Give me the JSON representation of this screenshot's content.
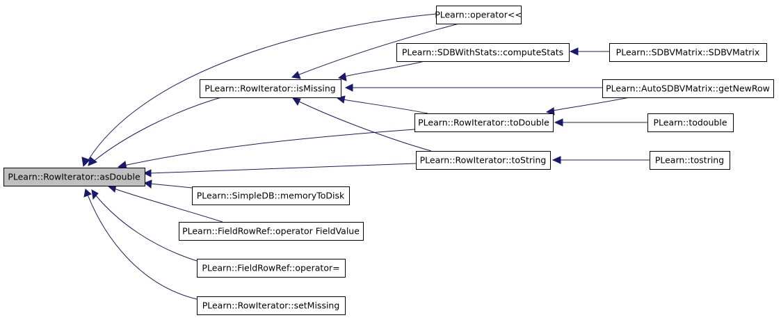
{
  "diagram": {
    "type": "call-graph",
    "colors": {
      "edge": "#191970",
      "root_fill": "#bfbfbf",
      "node_fill": "#ffffff",
      "node_border": "#000000"
    },
    "nodes": [
      {
        "id": "asDouble",
        "label": "PLearn::RowIterator::asDouble",
        "root": true
      },
      {
        "id": "operatorShl",
        "label": "PLearn::operator<<"
      },
      {
        "id": "isMissing",
        "label": "PLearn::RowIterator::isMissing"
      },
      {
        "id": "computeStats",
        "label": "PLearn::SDBWithStats::computeStats"
      },
      {
        "id": "sdbvMatrix",
        "label": "PLearn::SDBVMatrix::SDBVMatrix"
      },
      {
        "id": "getNewRow",
        "label": "PLearn::AutoSDBVMatrix::getNewRow"
      },
      {
        "id": "toDouble",
        "label": "PLearn::RowIterator::toDouble"
      },
      {
        "id": "todouble",
        "label": "PLearn::todouble"
      },
      {
        "id": "toString",
        "label": "PLearn::RowIterator::toString"
      },
      {
        "id": "tostring",
        "label": "PLearn::tostring"
      },
      {
        "id": "memoryToDisk",
        "label": "PLearn::SimpleDB::memoryToDisk"
      },
      {
        "id": "opFieldValue",
        "label": "PLearn::FieldRowRef::operator FieldValue"
      },
      {
        "id": "opAssign",
        "label": "PLearn::FieldRowRef::operator="
      },
      {
        "id": "setMissing",
        "label": "PLearn::RowIterator::setMissing"
      }
    ],
    "edges": [
      {
        "from": "operatorShl",
        "to": "asDouble"
      },
      {
        "from": "isMissing",
        "to": "asDouble"
      },
      {
        "from": "toDouble",
        "to": "asDouble"
      },
      {
        "from": "toString",
        "to": "asDouble"
      },
      {
        "from": "memoryToDisk",
        "to": "asDouble"
      },
      {
        "from": "opFieldValue",
        "to": "asDouble"
      },
      {
        "from": "opAssign",
        "to": "asDouble"
      },
      {
        "from": "setMissing",
        "to": "asDouble"
      },
      {
        "from": "operatorShl",
        "to": "isMissing"
      },
      {
        "from": "computeStats",
        "to": "isMissing"
      },
      {
        "from": "getNewRow",
        "to": "isMissing"
      },
      {
        "from": "toDouble",
        "to": "isMissing"
      },
      {
        "from": "toString",
        "to": "isMissing"
      },
      {
        "from": "sdbvMatrix",
        "to": "computeStats"
      },
      {
        "from": "getNewRow",
        "to": "toDouble"
      },
      {
        "from": "todouble",
        "to": "toDouble"
      },
      {
        "from": "tostring",
        "to": "toString"
      }
    ]
  }
}
